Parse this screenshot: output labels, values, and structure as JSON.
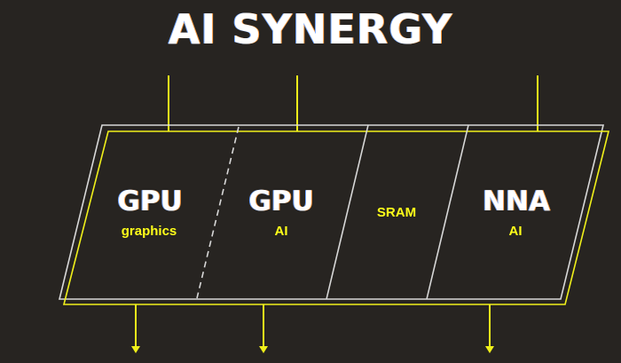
{
  "title": "AI SYNERGY",
  "colors": {
    "background": "#272421",
    "outline_white": "#d8d8d8",
    "outline_yellow": "#f0f01a",
    "label_yellow": "#ffff19",
    "title_white": "#ffffff"
  },
  "blocks": [
    {
      "name": "GPU",
      "sub": "graphics"
    },
    {
      "name": "GPU",
      "sub": "AI"
    },
    {
      "name": "",
      "sub": "SRAM"
    },
    {
      "name": "NNA",
      "sub": "AI"
    }
  ],
  "connectors": {
    "inputs_count": 3,
    "outputs_count": 3
  }
}
